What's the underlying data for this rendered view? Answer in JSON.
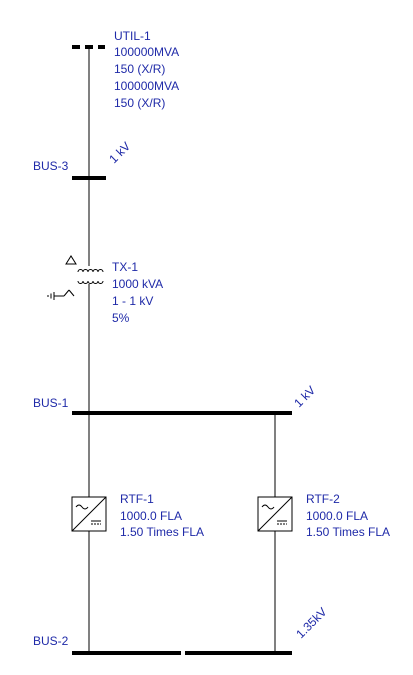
{
  "colors": {
    "label": "#1f2aa8",
    "line": "#000000",
    "background": "#ffffff"
  },
  "utility": {
    "name": "UTIL-1",
    "line1": "100000MVA",
    "line2": "150 (X/R)",
    "line3": "100000MVA",
    "line4": "150 (X/R)"
  },
  "bus3": {
    "name": "BUS-3",
    "voltage": "1 kV"
  },
  "transformer": {
    "name": "TX-1",
    "rating": "1000 kVA",
    "voltage": "1 - 1 kV",
    "impedance": "5%"
  },
  "bus1": {
    "name": "BUS-1",
    "voltage": "1 kV"
  },
  "rtf1": {
    "name": "RTF-1",
    "fla": "1000.0 FLA",
    "multiplier": "1.50 Times FLA"
  },
  "rtf2": {
    "name": "RTF-2",
    "fla": "1000.0 FLA",
    "multiplier": "1.50 Times FLA"
  },
  "bus2": {
    "name": "BUS-2",
    "voltage": "1.35kV"
  }
}
